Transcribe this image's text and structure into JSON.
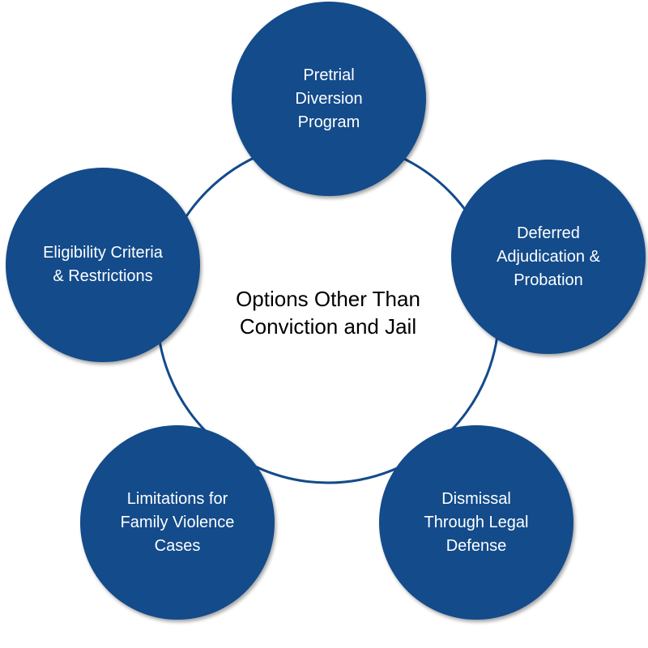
{
  "diagram": {
    "center": {
      "line1": "Options Other Than",
      "line2": "Conviction and Jail"
    },
    "nodes": [
      {
        "lines": [
          "Pretrial",
          "Diversion",
          "Program"
        ]
      },
      {
        "lines": [
          "Deferred",
          "Adjudication &",
          "Probation"
        ]
      },
      {
        "lines": [
          "Dismissal",
          "Through Legal",
          "Defense"
        ]
      },
      {
        "lines": [
          "Limitations for",
          "Family Violence",
          "Cases"
        ]
      },
      {
        "lines": [
          "Eligibility Criteria",
          "& Restrictions"
        ]
      }
    ],
    "colors": {
      "node_fill": "#134b8b",
      "ring_stroke": "#134b8b",
      "node_text": "#ffffff",
      "center_text": "#000000"
    }
  }
}
